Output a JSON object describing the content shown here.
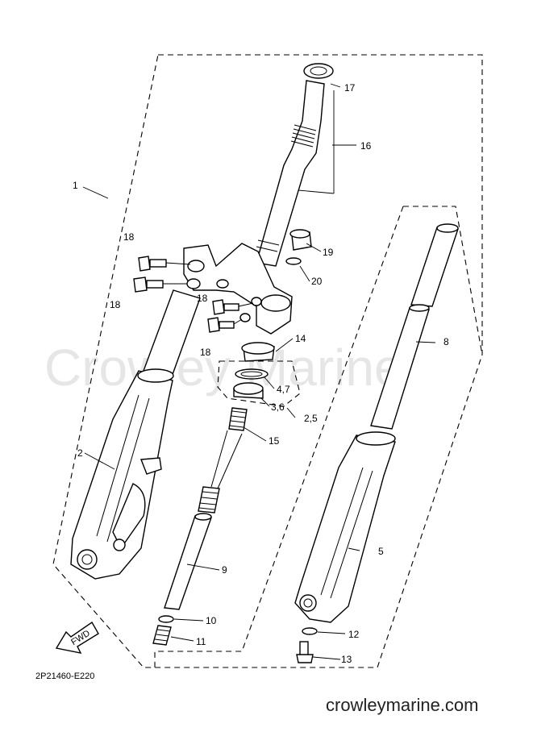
{
  "diagram": {
    "watermark": "Crowley Marine",
    "drawing_code": "2P21460-E220",
    "site_url": "crowleymarine.com",
    "fwd_label": "FWD",
    "callouts": [
      {
        "id": "c1",
        "text": "1"
      },
      {
        "id": "c2",
        "text": "2"
      },
      {
        "id": "c5",
        "text": "5"
      },
      {
        "id": "c8",
        "text": "8"
      },
      {
        "id": "c9",
        "text": "9"
      },
      {
        "id": "c10",
        "text": "10"
      },
      {
        "id": "c11",
        "text": "11"
      },
      {
        "id": "c12",
        "text": "12"
      },
      {
        "id": "c13",
        "text": "13"
      },
      {
        "id": "c14",
        "text": "14"
      },
      {
        "id": "c15",
        "text": "15"
      },
      {
        "id": "c16",
        "text": "16"
      },
      {
        "id": "c17",
        "text": "17"
      },
      {
        "id": "c18a",
        "text": "18"
      },
      {
        "id": "c18b",
        "text": "18"
      },
      {
        "id": "c18c",
        "text": "18"
      },
      {
        "id": "c18d",
        "text": "18"
      },
      {
        "id": "c19",
        "text": "19"
      },
      {
        "id": "c20",
        "text": "20"
      },
      {
        "id": "c47",
        "text": "4,7"
      },
      {
        "id": "c36",
        "text": "3,6"
      },
      {
        "id": "c25",
        "text": "2,5"
      }
    ]
  }
}
